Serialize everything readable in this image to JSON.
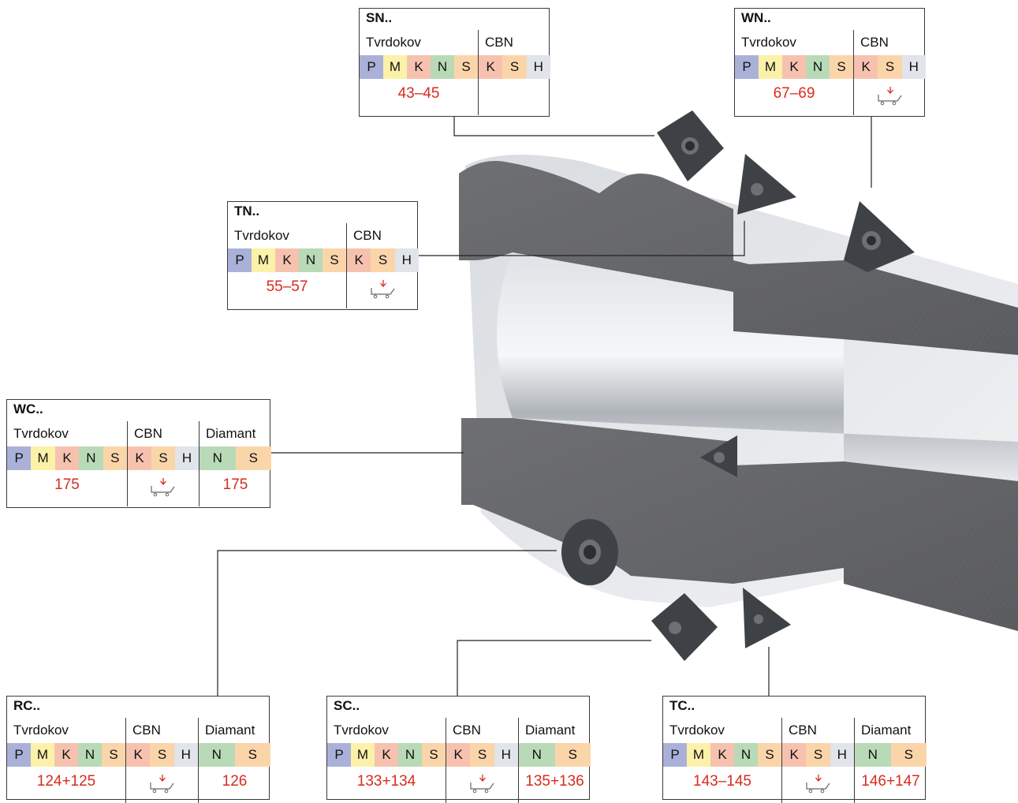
{
  "colors": {
    "P": "#aab1d9",
    "M": "#fbf1a9",
    "K": "#f6c2af",
    "N": "#b9dab6",
    "S": "#fbd5aa",
    "H": "#e1e4ea",
    "page_text": "#d62c1f"
  },
  "cart_icon": "shopping-cart-icon",
  "boxes": [
    {
      "id": "sn",
      "title": "SN..",
      "sections": [
        {
          "name": "Tvrdokov",
          "letters": [
            "P",
            "M",
            "K",
            "N",
            "S"
          ],
          "pages": "43–45"
        },
        {
          "name": "CBN",
          "letters": [
            "K",
            "S",
            "H"
          ],
          "pages": ""
        }
      ]
    },
    {
      "id": "wn",
      "title": "WN..",
      "sections": [
        {
          "name": "Tvrdokov",
          "letters": [
            "P",
            "M",
            "K",
            "N",
            "S"
          ],
          "pages": "67–69"
        },
        {
          "name": "CBN",
          "letters": [
            "K",
            "S",
            "H"
          ],
          "cart": true
        }
      ]
    },
    {
      "id": "tn",
      "title": "TN..",
      "sections": [
        {
          "name": "Tvrdokov",
          "letters": [
            "P",
            "M",
            "K",
            "N",
            "S"
          ],
          "pages": "55–57"
        },
        {
          "name": "CBN",
          "letters": [
            "K",
            "S",
            "H"
          ],
          "cart": true
        }
      ]
    },
    {
      "id": "wc",
      "title": "WC..",
      "sections": [
        {
          "name": "Tvrdokov",
          "letters": [
            "P",
            "M",
            "K",
            "N",
            "S"
          ],
          "pages": "175"
        },
        {
          "name": "CBN",
          "letters": [
            "K",
            "S",
            "H"
          ],
          "cart": true
        },
        {
          "name": "Diamant",
          "letters": [
            "N",
            "S"
          ],
          "pages": "175"
        }
      ]
    },
    {
      "id": "rc",
      "title": "RC..",
      "sections": [
        {
          "name": "Tvrdokov",
          "letters": [
            "P",
            "M",
            "K",
            "N",
            "S"
          ],
          "pages": "124+125"
        },
        {
          "name": "CBN",
          "letters": [
            "K",
            "S",
            "H"
          ],
          "cart": true
        },
        {
          "name": "Diamant",
          "letters": [
            "N",
            "S"
          ],
          "pages": "126"
        }
      ]
    },
    {
      "id": "sc",
      "title": "SC..",
      "sections": [
        {
          "name": "Tvrdokov",
          "letters": [
            "P",
            "M",
            "K",
            "N",
            "S"
          ],
          "pages": "133+134"
        },
        {
          "name": "CBN",
          "letters": [
            "K",
            "S",
            "H"
          ],
          "cart": true
        },
        {
          "name": "Diamant",
          "letters": [
            "N",
            "S"
          ],
          "pages": "135+136"
        }
      ]
    },
    {
      "id": "tc",
      "title": "TC..",
      "sections": [
        {
          "name": "Tvrdokov",
          "letters": [
            "P",
            "M",
            "K",
            "N",
            "S"
          ],
          "pages": "143–145"
        },
        {
          "name": "CBN",
          "letters": [
            "K",
            "S",
            "H"
          ],
          "cart": true
        },
        {
          "name": "Diamant",
          "letters": [
            "N",
            "S"
          ],
          "pages": "146+147"
        }
      ]
    }
  ]
}
